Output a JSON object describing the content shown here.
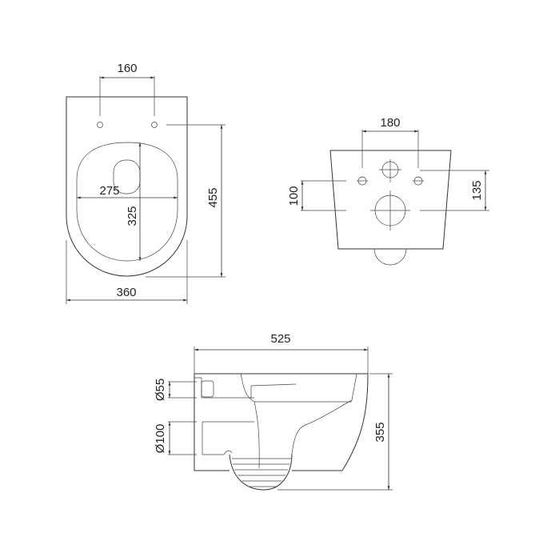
{
  "top_view": {
    "hole_spacing": "160",
    "seat_width": "275",
    "seat_length": "325",
    "overall_length": "455",
    "overall_width": "360"
  },
  "rear_view": {
    "fixing_spacing": "180",
    "vertical_offset_left": "100",
    "vertical_offset_right": "135"
  },
  "side_view": {
    "overall_depth": "525",
    "overall_height": "355",
    "inlet_diameter": "Ø55",
    "outlet_diameter": "Ø100"
  },
  "colors": {
    "line": "#333333",
    "background": "#ffffff"
  }
}
